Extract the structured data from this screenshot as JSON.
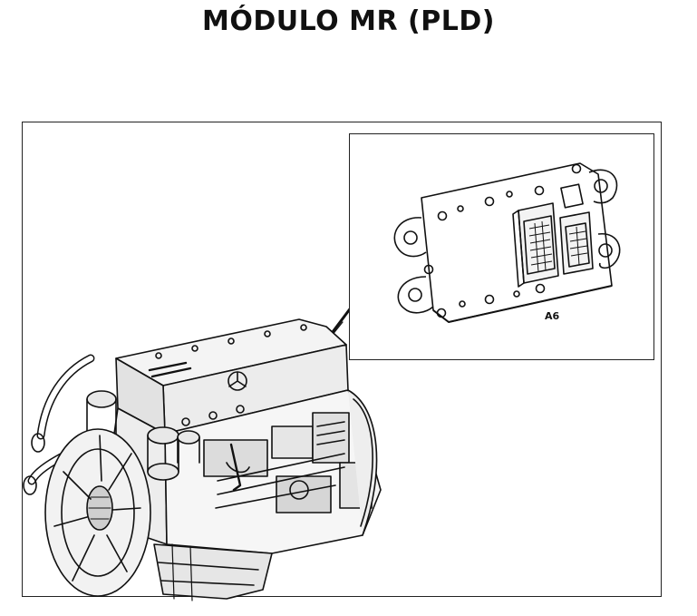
{
  "page": {
    "title": "MÓDULO MR (PLD)"
  },
  "figure": {
    "callout_label": "A6",
    "icons": [
      "engine-illustration",
      "ecu-module-illustration",
      "leader-line"
    ]
  }
}
